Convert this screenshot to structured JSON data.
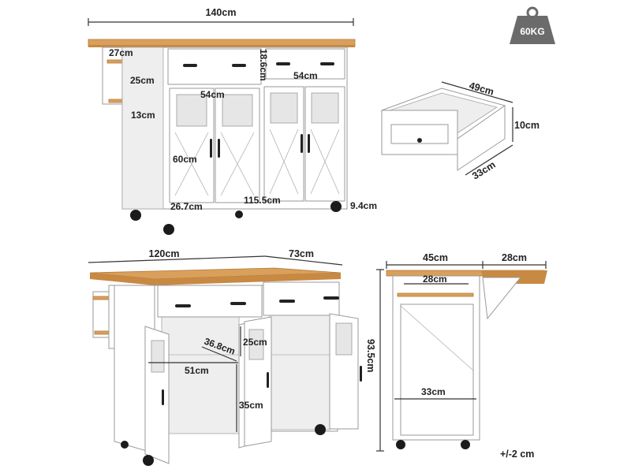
{
  "weight_badge": {
    "label": "60KG",
    "color": "#6b6b6b"
  },
  "top_view": {
    "overall_width": "140cm",
    "rack_width": "27cm",
    "drawer_height": "18.6cm",
    "rack_height": "25cm",
    "drawer_width": "54cm",
    "cabinet_width": "54cm",
    "rack_depth": "13cm",
    "door_height": "60cm",
    "shelf_gap": "26.7cm",
    "inner_width": "115.5cm",
    "wheel_height": "9.4cm"
  },
  "drawer_detail": {
    "width": "49cm",
    "height": "10cm",
    "depth": "33cm"
  },
  "open_view": {
    "width": "120cm",
    "depth": "73cm",
    "shelf_depth": "36.8cm",
    "shelf_height": "25cm",
    "shelf_width": "51cm",
    "lower_height": "35cm"
  },
  "side_view": {
    "body_depth": "45cm",
    "leaf_depth": "28cm",
    "towel_bar": "28cm",
    "overall_height": "93.5cm",
    "inner_depth": "33cm"
  },
  "tolerance": "+/-2 cm",
  "colors": {
    "wood": "#d9a05b",
    "body": "#ffffff",
    "handle": "#222222"
  }
}
